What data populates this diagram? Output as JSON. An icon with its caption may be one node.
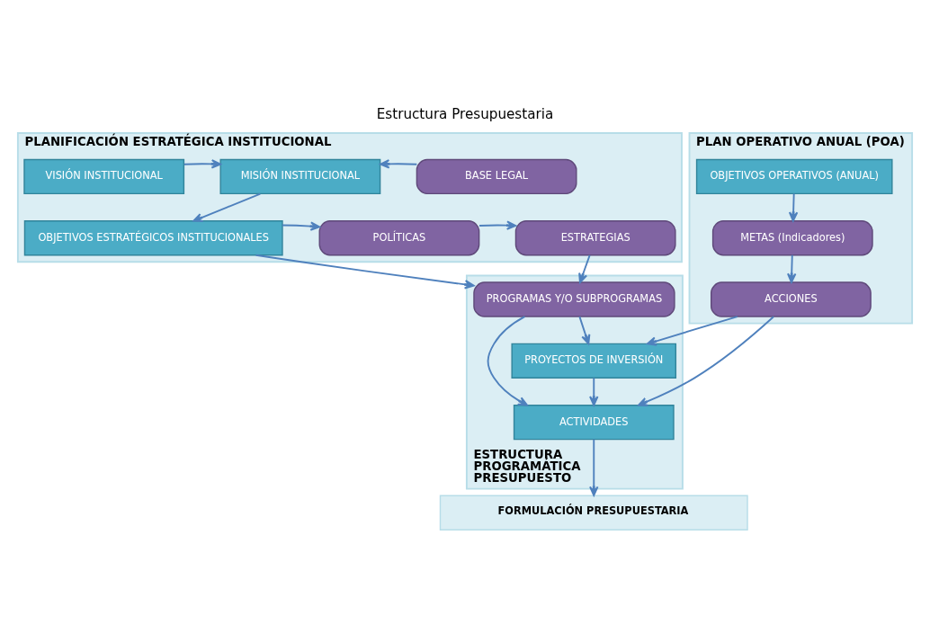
{
  "diagram": {
    "title": "Estructura Presupuestaria",
    "nodes": [
      {
        "text": [
          "PLANIFICACIÓN ESTRATÉGICA INSTITUCIONAL"
        ]
      },
      {
        "text": [
          "VISIÓN INSTITUCIONAL"
        ],
        "in": 0
      },
      {
        "text": [
          "MISIÓN INSTITUCIONAL"
        ],
        "in": 0
      },
      {
        "text": [
          "BASE LEGAL"
        ],
        "in": 0
      },
      {
        "text": [
          "OBJETIVOS ESTRATÉGICOS INSTITUCIONALES"
        ],
        "in": 0
      },
      {
        "text": [
          "POLÍTICAS"
        ],
        "in": 0
      },
      {
        "text": [
          "ESTRATEGIAS"
        ],
        "in": 0
      },
      {
        "text": [
          "PLAN OPERATIVO ANUAL (POA)"
        ]
      },
      {
        "text": [
          "OBJETIVOS OPERATIVOS (ANUAL)"
        ],
        "in": 7
      },
      {
        "text": [
          "METAS (Indicadores)"
        ],
        "in": 7
      },
      {
        "text": [
          "ACCIONES"
        ],
        "in": 7
      },
      {
        "text": [
          "ESTRUCTURA PROGRAMÁTICA PRESUPUESTO"
        ]
      },
      {
        "text": [
          "PROGRAMAS Y/O SUBPROGRAMAS"
        ],
        "in": 11
      },
      {
        "text": [
          "PROYECTOS DE INVERSIÓN"
        ],
        "in": 11
      },
      {
        "text": [
          "ACTIVIDADES"
        ],
        "in": 11
      },
      {
        "text": [
          "FORMULACIÓN PRESUPUESTARIA"
        ]
      }
    ],
    "edges": [
      {
        "from": 1,
        "to": 2,
        "arrow": "to"
      },
      {
        "from": 3,
        "to": 2,
        "arrow": "to"
      },
      {
        "from": 2,
        "to": 4,
        "arrow": "to"
      },
      {
        "from": 4,
        "to": 5,
        "arrow": "to"
      },
      {
        "from": 5,
        "to": 6,
        "arrow": "to"
      },
      {
        "from": 4,
        "to": 12,
        "arrow": "to"
      },
      {
        "from": 6,
        "to": 12,
        "arrow": "to"
      },
      {
        "from": 8,
        "to": 9,
        "arrow": "to"
      },
      {
        "from": 9,
        "to": 10,
        "arrow": "to"
      },
      {
        "from": 10,
        "to": 13,
        "arrow": "to"
      },
      {
        "from": 10,
        "to": 14,
        "arrow": "to"
      },
      {
        "from": 12,
        "to": 13,
        "arrow": "to"
      },
      {
        "from": 13,
        "to": 14,
        "arrow": "to"
      },
      {
        "from": 12,
        "to": 14,
        "arrow": "to"
      },
      {
        "from": 14,
        "to": 15,
        "arrow": "to"
      }
    ]
  }
}
